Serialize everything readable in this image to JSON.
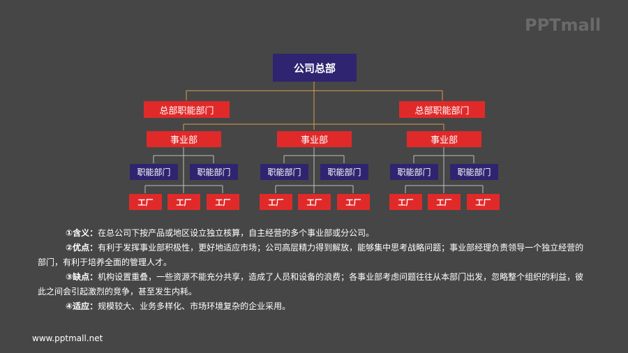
{
  "logo": {
    "text": "PPTmall"
  },
  "chart": {
    "root": "公司总部",
    "functional_departments": [
      "总部职能部门",
      "总部职能部门"
    ],
    "divisions": [
      {
        "label": "事业部",
        "departments": [
          "职能部门",
          "职能部门"
        ],
        "factories": [
          "工厂",
          "工厂",
          "工厂"
        ]
      },
      {
        "label": "事业部",
        "departments": [
          "职能部门",
          "职能部门"
        ],
        "factories": [
          "工厂",
          "工厂",
          "工厂"
        ]
      },
      {
        "label": "事业部",
        "departments": [
          "职能部门",
          "职能部门"
        ],
        "factories": [
          "工厂",
          "工厂",
          "工厂"
        ]
      }
    ]
  },
  "description": [
    {
      "label": "①含义：",
      "text": "在总公司下按产品或地区设立独立核算，自主经营的多个事业部或分公司。"
    },
    {
      "label": "②优点：",
      "text": "有利于发挥事业部积极性，更好地适应市场；公司高层精力得到解放，能够集中思考战略问题；事业部经理负责领导一个独立经营的部门，有利于培养全面的管理人才。"
    },
    {
      "label": "③缺点：",
      "text": "机构设置重叠，一些资源不能充分共享，造成了人员和设备的浪费；各事业部考虑问题往往从本部门出发，忽略整个组织的利益，彼此之间会引起激烈的竞争，甚至发生内耗。"
    },
    {
      "label": "④适应：",
      "text": "规模较大、业务多样化、市场环境复杂的企业采用。"
    }
  ],
  "footer": {
    "url": "www.pptmall.net"
  },
  "colors": {
    "background": "#464646",
    "red": "#e02a2a",
    "purple": "#2f2470",
    "connector": "#d9a04a",
    "connector_light": "#bdbdbd"
  }
}
